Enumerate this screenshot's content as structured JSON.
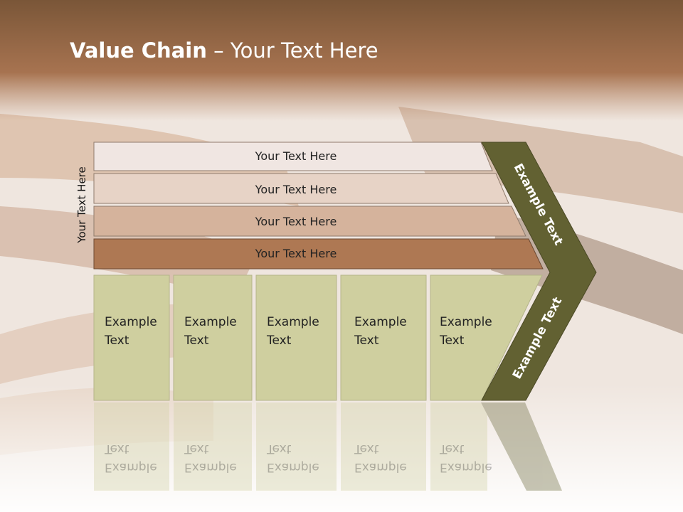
{
  "slide": {
    "title_bold": "Value Chain",
    "title_rest": " – Your Text Here",
    "side_label": "Your Text Here",
    "rows": [
      {
        "label": "Your Text Here",
        "color": "#f0e6e2"
      },
      {
        "label": "Your Text Here",
        "color": "#e7d3c6"
      },
      {
        "label": "Your Text Here",
        "color": "#d5b39c"
      },
      {
        "label": "Your Text Here",
        "color": "#ae7853"
      }
    ],
    "boxes": [
      {
        "line1": "Example",
        "line2": "Text"
      },
      {
        "line1": "Example",
        "line2": "Text"
      },
      {
        "line1": "Example",
        "line2": "Text"
      },
      {
        "line1": "Example",
        "line2": "Text"
      },
      {
        "line1": "Example",
        "line2": "Text"
      }
    ],
    "chevron": {
      "upper_label": "Example Text",
      "lower_label": "Example Text",
      "color": "#626132"
    },
    "colors": {
      "header_brown": "#9c6b48",
      "box_fill": "#cfcf9f",
      "box_border": "#b4b48a"
    }
  }
}
